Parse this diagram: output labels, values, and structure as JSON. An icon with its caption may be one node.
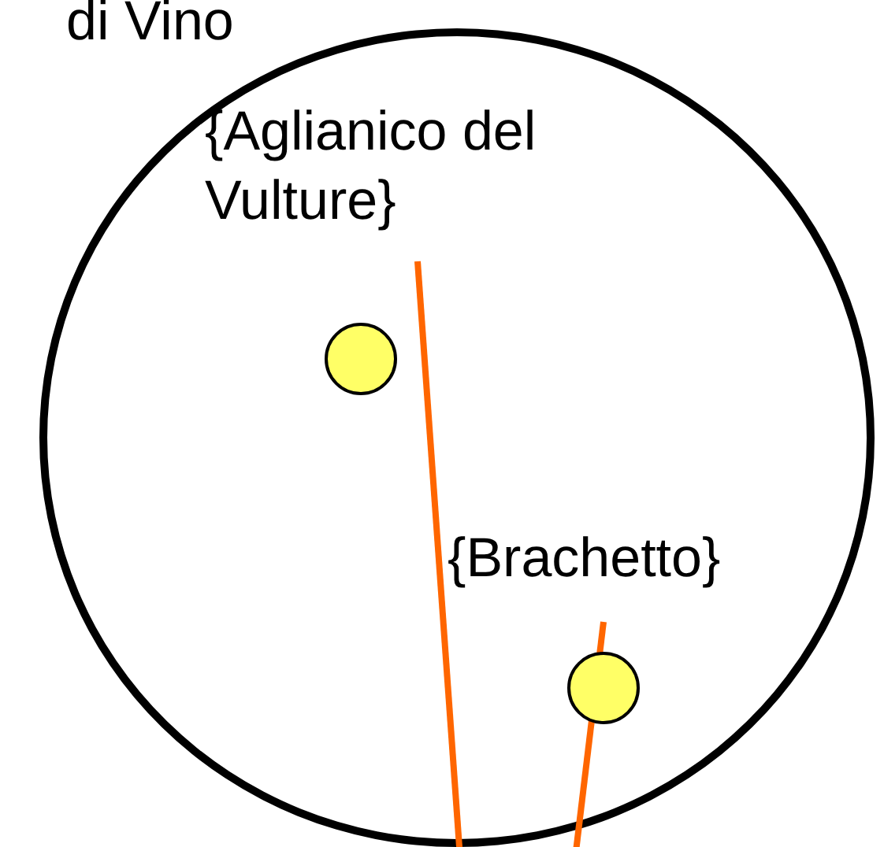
{
  "diagram": {
    "nodes": [
      {
        "text": [],
        "shape": "circle"
      },
      {
        "text": [
          "{Aglianico del Vulture}"
        ],
        "in": 0
      },
      {
        "text": [
          "{Brachetto}"
        ],
        "in": 0
      },
      {
        "text": [],
        "shape": "circle",
        "in": 0
      },
      {
        "text": [],
        "shape": "circle",
        "in": 0
      }
    ],
    "edges": [
      {
        "from": 1,
        "to": null,
        "arrow": "none"
      },
      {
        "from": 2,
        "to": null,
        "arrow": "none"
      }
    ],
    "labels": [
      "di Vino"
    ]
  }
}
